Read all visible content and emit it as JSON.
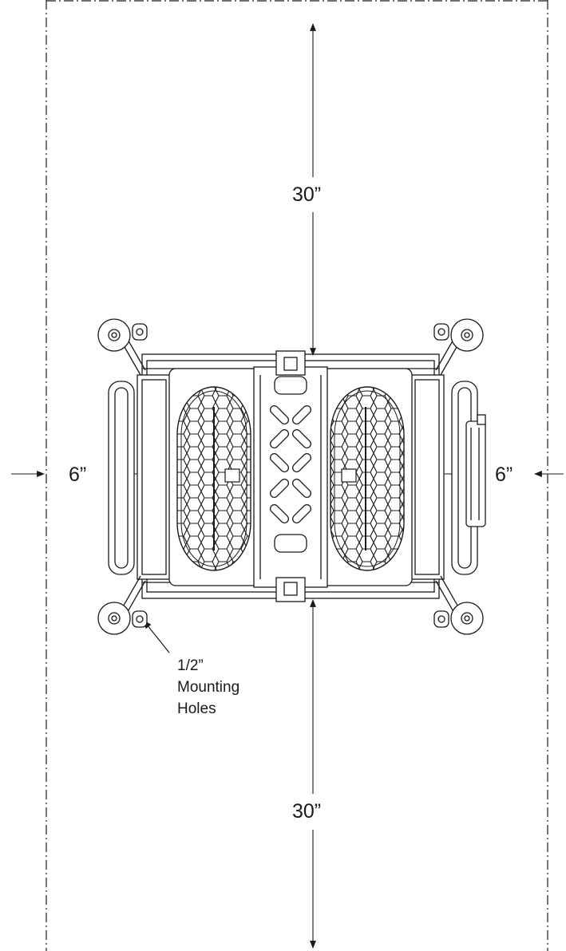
{
  "dimensions": {
    "top_clearance": "30”",
    "bottom_clearance": "30”",
    "left_clearance": "6”",
    "right_clearance": "6”"
  },
  "callout": {
    "line1": "1/2”",
    "line2": "Mounting",
    "line3": "Holes"
  }
}
